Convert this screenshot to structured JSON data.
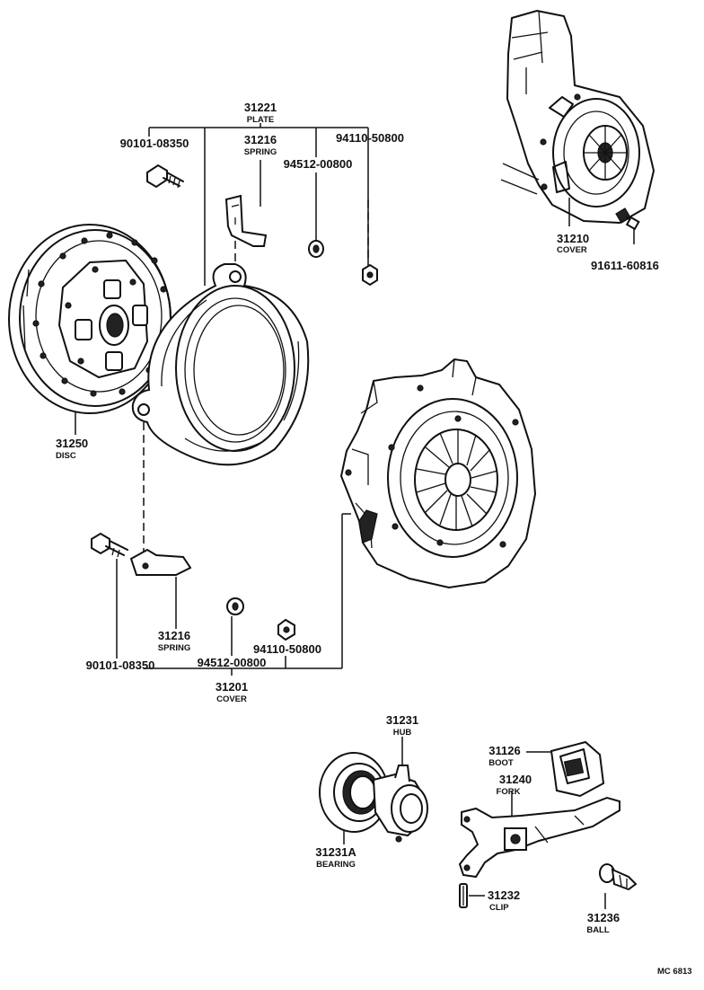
{
  "parts": {
    "plate_top": {
      "number": "31221",
      "label": "PLATE"
    },
    "bolt_top": {
      "number": "90101-08350"
    },
    "spring_top": {
      "number": "31216",
      "label": "SPRING"
    },
    "washer_top": {
      "number": "94512-00800"
    },
    "nut_top": {
      "number": "94110-50800"
    },
    "cover_inset": {
      "number": "31210",
      "label": "COVER"
    },
    "bolt_inset": {
      "number": "91611-60816"
    },
    "disc": {
      "number": "31250",
      "label": "DISC"
    },
    "spring_bottom": {
      "number": "31216",
      "label": "SPRING"
    },
    "bolt_bottom": {
      "number": "90101-08350"
    },
    "washer_bottom": {
      "number": "94512-00800"
    },
    "nut_bottom": {
      "number": "94110-50800"
    },
    "cover_bottom": {
      "number": "31201",
      "label": "COVER"
    },
    "hub": {
      "number": "31231",
      "label": "HUB"
    },
    "bearing": {
      "number": "31231A",
      "label": "BEARING"
    },
    "boot": {
      "number": "31126",
      "label": "BOOT"
    },
    "fork": {
      "number": "31240",
      "label": "FORK"
    },
    "clip": {
      "number": "31232",
      "label": "CLIP"
    },
    "ball": {
      "number": "31236",
      "label": "BALL"
    }
  },
  "footer": {
    "code": "MC 6813"
  }
}
